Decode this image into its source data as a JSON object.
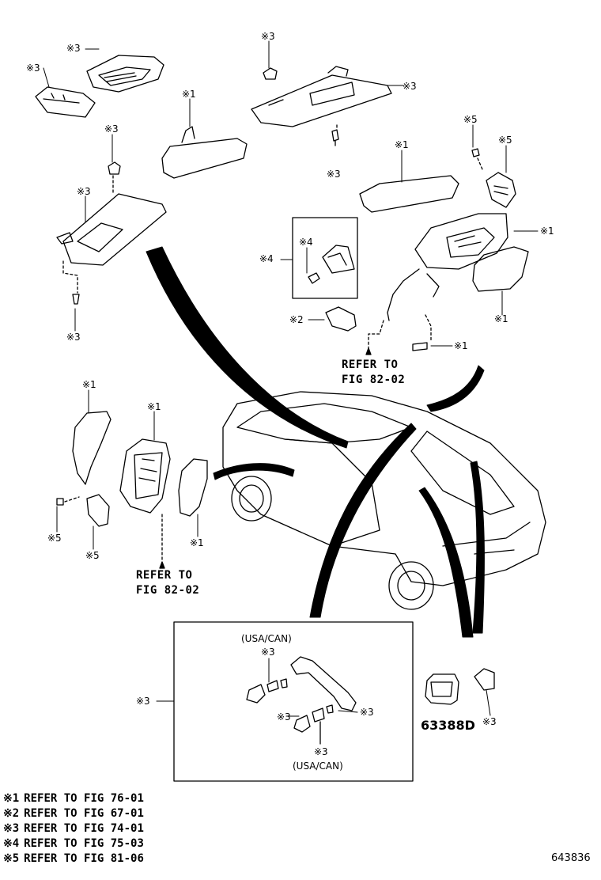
{
  "callouts": {
    "m1": "※1",
    "m2": "※2",
    "m3": "※3",
    "m4": "※4",
    "m5": "※5"
  },
  "refer_upper": {
    "line1": "REFER TO",
    "line2": "FIG 82-02"
  },
  "refer_lower": {
    "line1": "REFER TO",
    "line2": "FIG 82-02"
  },
  "inset": {
    "usa_can_top": "(USA/CAN)",
    "usa_can_bottom": "(USA/CAN)"
  },
  "part_number": "63388D",
  "legend": [
    {
      "mark": "※1",
      "text": "REFER TO FIG 76-01"
    },
    {
      "mark": "※2",
      "text": "REFER TO FIG 67-01"
    },
    {
      "mark": "※3",
      "text": "REFER TO FIG 74-01"
    },
    {
      "mark": "※4",
      "text": "REFER TO FIG 75-03"
    },
    {
      "mark": "※5",
      "text": "REFER TO FIG 81-06"
    }
  ],
  "image_id": "643836"
}
